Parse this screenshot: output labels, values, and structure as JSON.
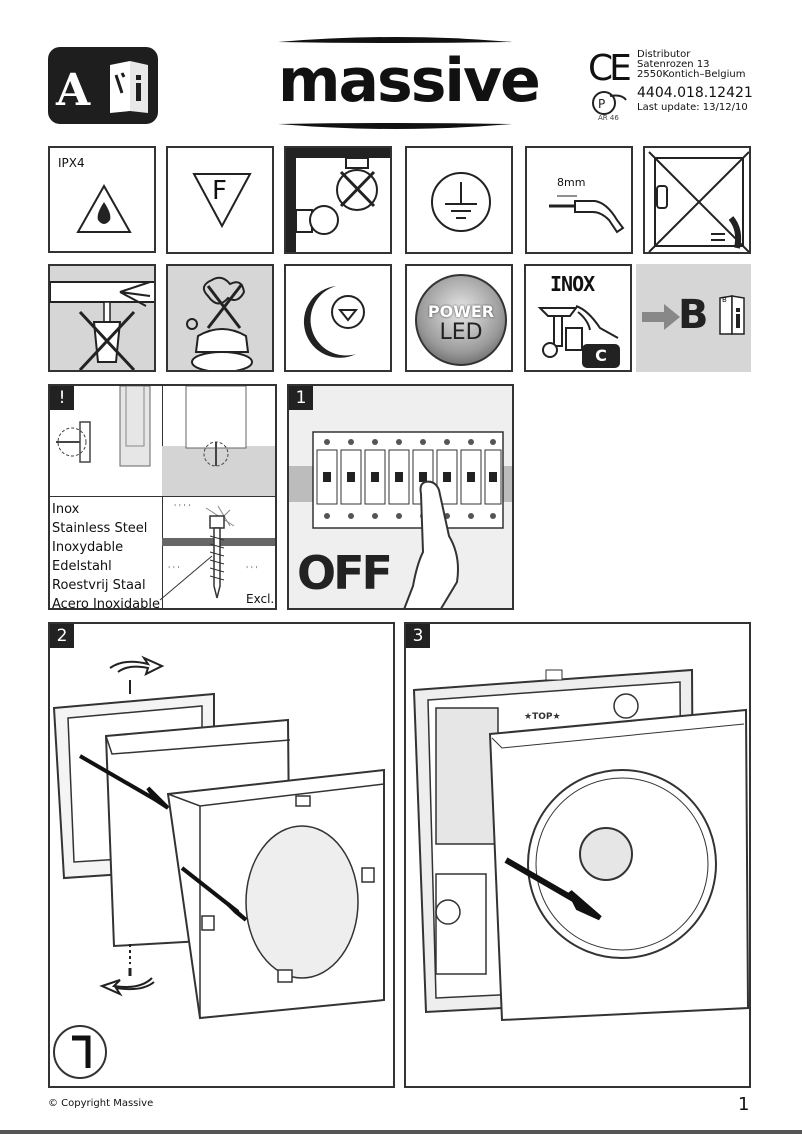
{
  "header": {
    "badge_letter": "A",
    "brand": "massive",
    "ce_mark": "CE",
    "distributor_label": "Distributor",
    "address_line1": "Satenrozen 13",
    "address_line2": "2550Kontich–Belgium",
    "product_code": "4404.018.12421",
    "last_update": "Last update: 13/12/10",
    "cert_code": "AR 46"
  },
  "symbols": {
    "ip_rating": "IPX4",
    "f_mark": "F",
    "wire_length": "8mm",
    "power_word": "POWER",
    "led_word": "LED",
    "inox_word": "INOX",
    "goto_manual": "B",
    "goto_manual_small": "B"
  },
  "warning": {
    "tag": "!",
    "materials": [
      "Inox",
      "Stainless Steel",
      "Inoxydable",
      "Edelstahl",
      "Roestvrij Staal",
      "Acero Inoxidable"
    ],
    "excl_label": "Excl."
  },
  "step1": {
    "number": "1",
    "off_label": "OFF"
  },
  "step2": {
    "number": "2"
  },
  "step3": {
    "number": "3",
    "brand_mark": "★TOP★"
  },
  "footer": {
    "copyright": "© Copyright Massive",
    "page_number": "1"
  }
}
